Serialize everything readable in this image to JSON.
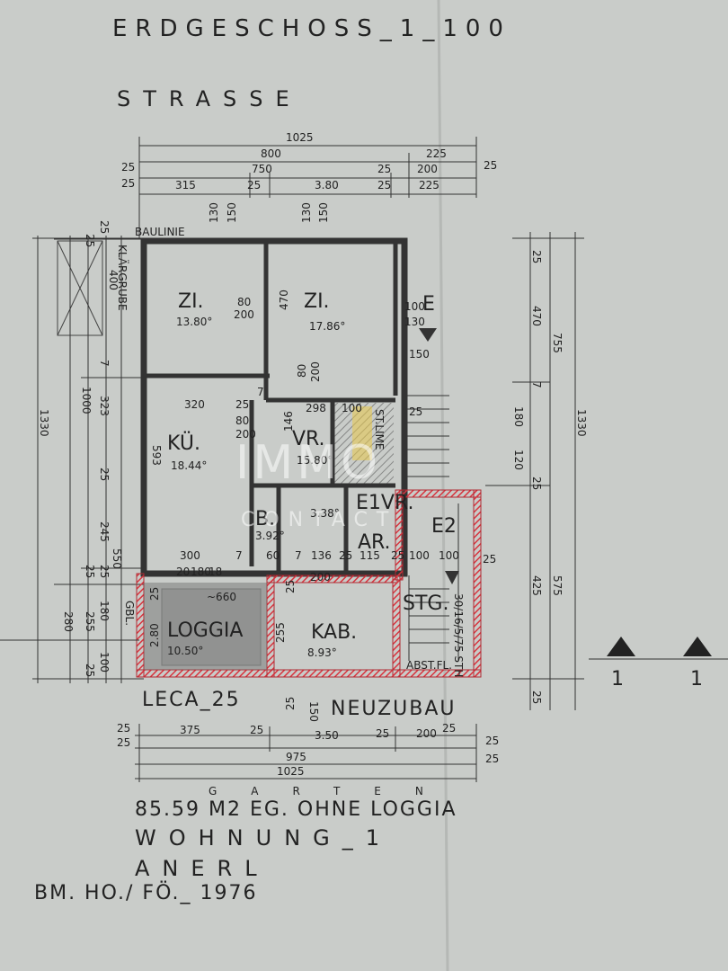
{
  "header": {
    "title": "ERDGESCHOSS_1_100",
    "street": "STRASSE"
  },
  "labels": {
    "baulinie": "BAULINIE",
    "klaergrube": "KLÄRGRUBE",
    "klaergrube_size": "400",
    "leca": "LECA_25",
    "neuzubau": "NEUZUBAU",
    "garten": "GARTEN",
    "gbl": "GBL.",
    "section_marker": "1",
    "stair": "STG.",
    "abst_fl": "ABST.FL.",
    "stair_rise": "30/16/5/75 STH",
    "st_lime": "ST.LIME",
    "e_label": "E",
    "e2_label": "E2"
  },
  "rooms": [
    {
      "name": "ZI.",
      "area": "13.80°"
    },
    {
      "name": "ZI.",
      "area": "17.86°"
    },
    {
      "name": "KÜ.",
      "area": "18.44°"
    },
    {
      "name": "VR.",
      "area": "15.80°"
    },
    {
      "name": "B.",
      "area": "3.92°"
    },
    {
      "name": "E1VR.",
      "area": "3.38°"
    },
    {
      "name": "AR.",
      "area": ""
    },
    {
      "name": "LOGGIA",
      "area": "10.50°"
    },
    {
      "name": "KAB.",
      "area": "8.93°"
    }
  ],
  "dims": {
    "top": [
      "1025",
      "800",
      "225",
      "25",
      "750",
      "25",
      "200",
      "25",
      "25",
      "315",
      "25",
      "3.80",
      "25",
      "225"
    ],
    "top_vert": [
      "130",
      "150",
      "130",
      "150"
    ],
    "left": [
      "25",
      "25",
      "7",
      "1000",
      "323",
      "25",
      "245",
      "25",
      "180",
      "25",
      "255",
      "100",
      "25",
      "593",
      "550",
      "280",
      "1330"
    ],
    "right": [
      "25",
      "470",
      "755",
      "7",
      "180",
      "120",
      "25",
      "425",
      "575",
      "25",
      "1330"
    ],
    "bottom": [
      "25",
      "375",
      "25",
      "3.50",
      "25",
      "200",
      "25",
      "975",
      "1025",
      "25",
      "25",
      "25"
    ],
    "inner": [
      "80",
      "200",
      "470",
      "100",
      "130",
      "150",
      "320",
      "25",
      "298",
      "80",
      "200",
      "80",
      "200",
      "146",
      "7",
      "100",
      "25",
      "300",
      "7",
      "60",
      "7",
      "136",
      "25",
      "115",
      "25",
      "100",
      "100",
      "25",
      "20",
      "180",
      "~660",
      "200",
      "255",
      "25",
      "150",
      "25",
      "2.80",
      "25",
      "18"
    ]
  },
  "footer": {
    "line1": "85.59 M2 EG. OHNE LOGGIA",
    "line2": "WOHNUNG_1",
    "line3": "ANERL",
    "line4": "BM. HO./ FÖ._ 1976"
  },
  "watermark": {
    "brand": "IMMO",
    "sub": "CONTACT"
  },
  "colors": {
    "paper": "#c9ccc9",
    "ink": "#222222",
    "new_wall": "#d8343e",
    "hatch_yellow": "#e8c84a",
    "loggia_fill": "#6b6b6b"
  }
}
